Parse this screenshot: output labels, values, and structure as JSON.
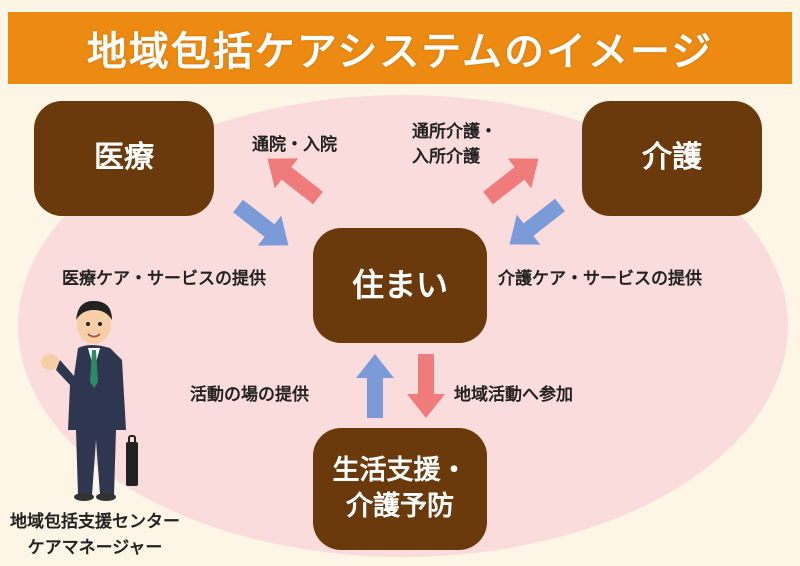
{
  "title": "地域包括ケアシステムのイメージ",
  "nodes": {
    "medical": "医療",
    "care": "介護",
    "home": "住まい",
    "support_line1": "生活支援・",
    "support_line2": "介護予防"
  },
  "edges": {
    "to_hospital": "通院・入院",
    "to_care_line1": "通所介護・",
    "to_care_line2": "入所介護",
    "medical_service": "医療ケア・サービスの提供",
    "care_service": "介護ケア・サービスの提供",
    "activity_place": "活動の場の提供",
    "community_join": "地域活動へ参加"
  },
  "person_caption_line1": "地域包括支援センター",
  "person_caption_line2": "ケアマネージャー",
  "colors": {
    "banner": "#ec8a12",
    "box": "#6a3a0c",
    "ellipse": "#fbdcdc",
    "arrow_red": "#f07b7b",
    "arrow_blue": "#7a9bd8"
  }
}
